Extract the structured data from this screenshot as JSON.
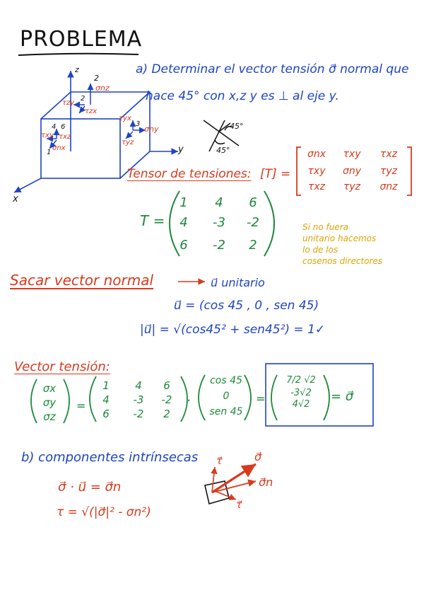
{
  "title": "PROBLEMA",
  "colors": {
    "black": "#111111",
    "blue": "#1f44c4",
    "red": "#d83a1e",
    "green": "#1e8a3a",
    "orange": "#e0a300"
  },
  "cube_labels": {
    "z": "z",
    "y": "y",
    "x": "x",
    "n2": "2",
    "sigma_nz": "σnz",
    "tau_zy": "τzy",
    "tau_zx": "τzx",
    "n2b": "2",
    "tau_yx": "τyx",
    "n3": "3",
    "sigma_ny": "σny",
    "tau_yz": "τyz",
    "n4": "4",
    "n6": "6",
    "tau_xy": "τxy",
    "tau_xz": "τxz",
    "n1": "1",
    "sigma_nx": "σnx"
  },
  "part_a": {
    "line1": "a) Determinar el vector tensión σ⃗ normal que",
    "line2": "hace 45° con x,z y es ⊥ al eje y."
  },
  "angles": {
    "a1": "45°",
    "a2": "45°"
  },
  "tensor_heading": "Tensor de tensiones:",
  "tensor_lhs": "[T] =",
  "tensor_symbolic": [
    [
      "σnx",
      "τxy",
      "τxz"
    ],
    [
      "τxy",
      "σny",
      "τyz"
    ],
    [
      "τxz",
      "τyz",
      "σnz"
    ]
  ],
  "T_label": "T =",
  "T_matrix": [
    [
      "1",
      "4",
      "6"
    ],
    [
      "4",
      "-3",
      "-2"
    ],
    [
      "6",
      "-2",
      "2"
    ]
  ],
  "note": [
    "Si no fuera",
    "unitario hacemos",
    "lo de los",
    "cosenos directores"
  ],
  "normal_heading": "Sacar vector normal",
  "u_unit": "u⃗ unitario",
  "u_def": "u⃗ = (cos 45 , 0 , sen 45)",
  "u_norm": "|u⃗| = √(cos45² + sen45²) = 1✓",
  "stress_heading": "Vector tensión:",
  "sigma_vec": [
    "σx",
    "σy",
    "σz"
  ],
  "eq": "=",
  "dot": "·",
  "u_col": [
    "cos 45",
    "0",
    "sen 45"
  ],
  "result": [
    "7/2 √2",
    "-3√2",
    "4√2"
  ],
  "result_rhs": "= σ⃗",
  "part_b": "b) componentes intrínsecas",
  "formula1": "σ⃗ · u⃗ = σ⃗n",
  "formula2": "τ = √(|σ⃗|² - σn²)",
  "diagram_labels": {
    "tau_top": "τ⃗",
    "sigma": "σ⃗",
    "sigma_n": "σ⃗n",
    "tau_bottom": "τ⃗"
  }
}
